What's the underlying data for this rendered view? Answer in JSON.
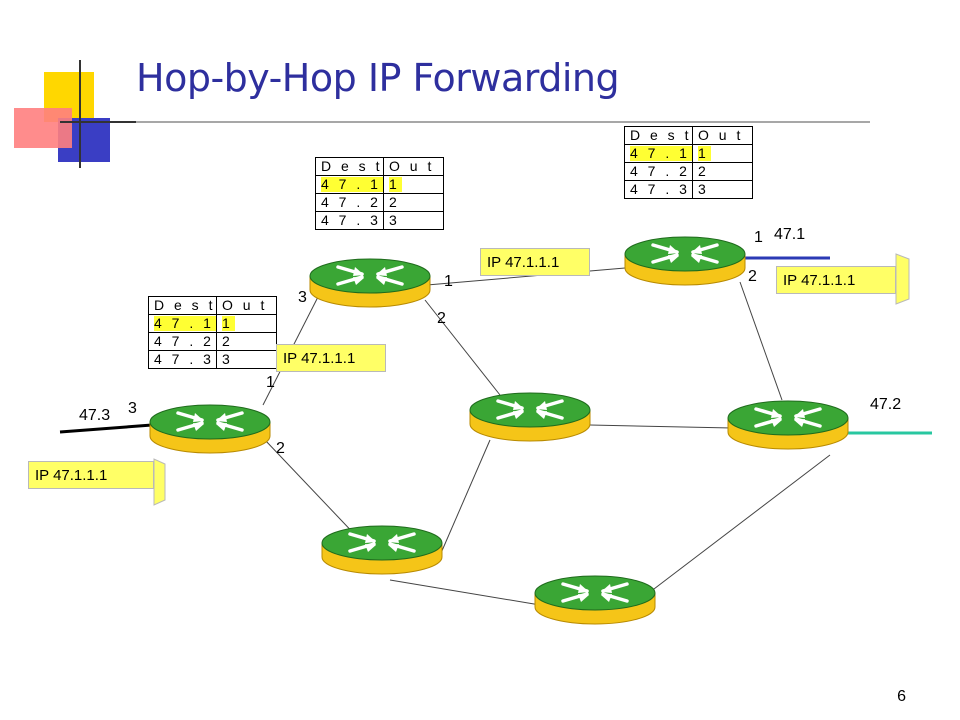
{
  "slide": {
    "title": "Hop-by-Hop IP Forwarding",
    "page_number": "6"
  },
  "colors": {
    "title": "#2e2f9e",
    "packet_fill": "#ffff66",
    "router_top": "#3aa635",
    "router_body": "#f5c518",
    "highlight": "#ffff33",
    "link_47_1": "#2b3ab5",
    "link_47_2": "#28c7a0",
    "link_47_3": "#000000"
  },
  "icons": {
    "router": "router-icon",
    "packet": "packet-flag-icon"
  },
  "routing_table": {
    "header_dest": "D e s t",
    "header_out": "O u t",
    "rows": [
      {
        "dest": "4 7 . 1",
        "out": "1"
      },
      {
        "dest": "4 7 . 2",
        "out": "2"
      },
      {
        "dest": "4 7 . 3",
        "out": "3"
      }
    ]
  },
  "packets": {
    "ingress": "IP 47.1.1.1",
    "hop1": "IP 47.1.1.1",
    "hop2": "IP 47.1.1.1",
    "egress": "IP 47.1.1.1"
  },
  "networks": {
    "left": "47.3",
    "top_right": "47.1",
    "right": "47.2"
  },
  "ports": {
    "left_router": {
      "p1": "1",
      "p2": "2",
      "p3": "3"
    },
    "top_router": {
      "p1": "1",
      "p2": "2",
      "p3": "3"
    },
    "right_router": {
      "p1": "1",
      "p2": "2"
    }
  }
}
